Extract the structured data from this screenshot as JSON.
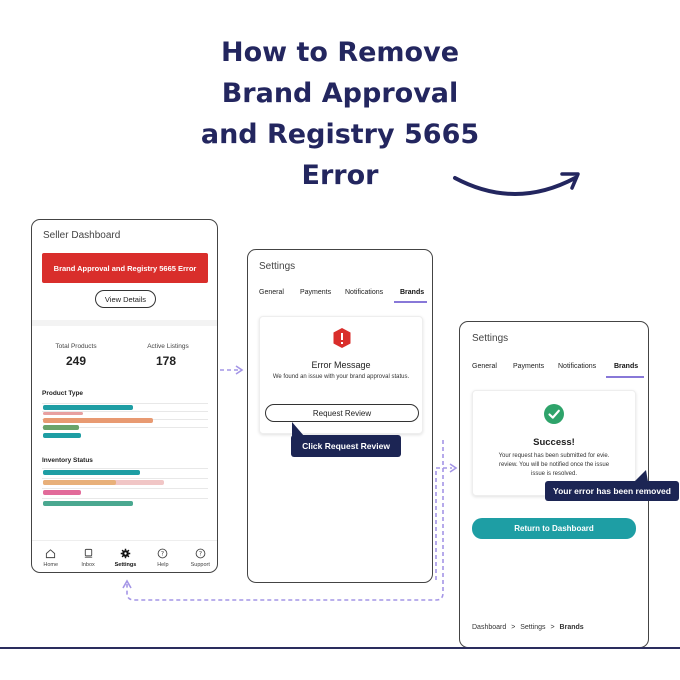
{
  "headline": {
    "line1": "How to Remove",
    "line2": "Brand Approval",
    "line3": "and Registry 5665",
    "line4": "Error"
  },
  "colors": {
    "navy": "#23265f",
    "error_red": "#d92e2b",
    "teal": "#1e9ea4",
    "orange": "#e89a72",
    "pink": "#e26b9a",
    "green": "#6aa36a",
    "arrow_purple": "#a495e6",
    "tab_purple": "#8878d8",
    "success_green": "#2ea36a"
  },
  "dashboard": {
    "title": "Seller Dashboard",
    "error_banner": "Brand Approval and Registry 5665 Error",
    "view_details": "View Details",
    "total_products_label": "Total Products",
    "total_products_value": "249",
    "active_listings_label": "Active Listings",
    "active_listings_value": "178",
    "product_type_label": "Product Type",
    "inventory_status_label": "Inventory Status",
    "nav": [
      {
        "label": "Home",
        "icon": "home-icon"
      },
      {
        "label": "Inbox",
        "icon": "inbox-icon"
      },
      {
        "label": "Settings",
        "icon": "gear-icon"
      },
      {
        "label": "Help",
        "icon": "help-icon"
      },
      {
        "label": "Support",
        "icon": "support-icon"
      }
    ]
  },
  "settings1": {
    "title": "Settings",
    "tabs": [
      "General",
      "Payments",
      "Notifications",
      "Brands"
    ],
    "active_tab": "Brands",
    "error_title": "Error Message",
    "error_desc": "We found an issue with your brand approval status.",
    "request_review": "Request Review",
    "callout": "Click Request Review"
  },
  "settings2": {
    "title": "Settings",
    "tabs": [
      "General",
      "Payments",
      "Notifications",
      "Brands"
    ],
    "active_tab": "Brands",
    "success_title": "Success!",
    "success_line1": "Your request has been submitted for evie.",
    "success_line2": "review. You will be notified once the issue",
    "success_line3": "issue is resolved.",
    "callout": "Your error has been removed",
    "return_btn": "Return to Dashboard",
    "breadcrumb": {
      "a": "Dashboard",
      "b": "Settings",
      "c": "Brands",
      "sep": ">"
    }
  }
}
